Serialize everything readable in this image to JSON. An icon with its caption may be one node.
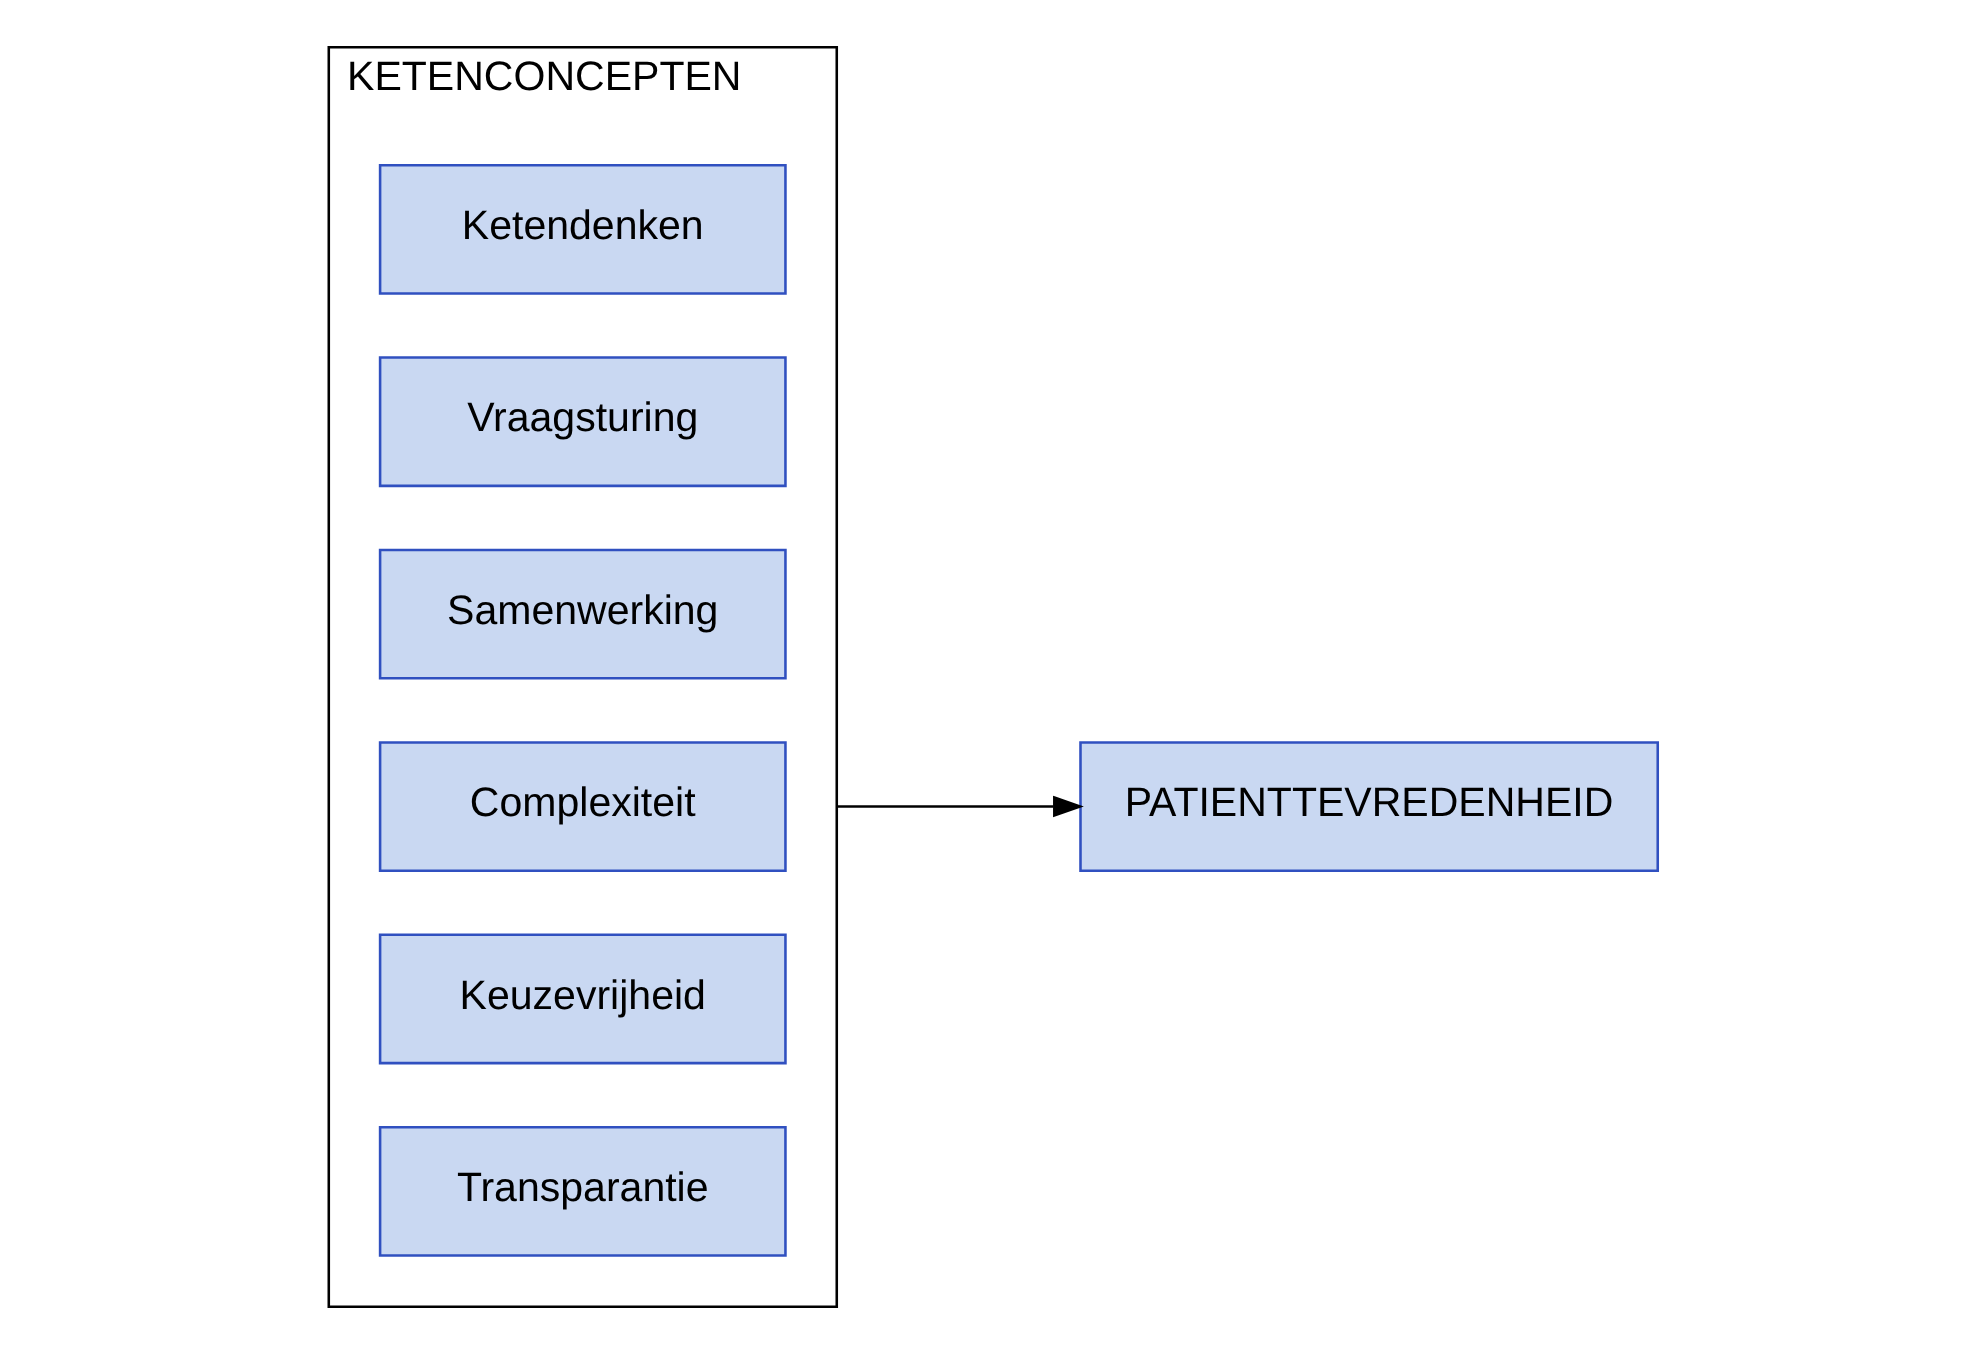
{
  "diagram": {
    "nodes": [
      {
        "text": [
          "KETENCONCEPTEN"
        ]
      },
      {
        "text": [
          "Ketendenken"
        ],
        "in": 0
      },
      {
        "text": [
          "Vraagsturing"
        ],
        "in": 0
      },
      {
        "text": [
          "Samenwerking"
        ],
        "in": 0
      },
      {
        "text": [
          "Complexiteit"
        ],
        "in": 0
      },
      {
        "text": [
          "Keuzevrijheid"
        ],
        "in": 0
      },
      {
        "text": [
          "Transparantie"
        ],
        "in": 0
      },
      {
        "text": [
          "PATIENTTEVREDENHEID"
        ]
      }
    ],
    "edges": [
      {
        "from": 0,
        "to": 7,
        "arrow": "to"
      }
    ]
  }
}
